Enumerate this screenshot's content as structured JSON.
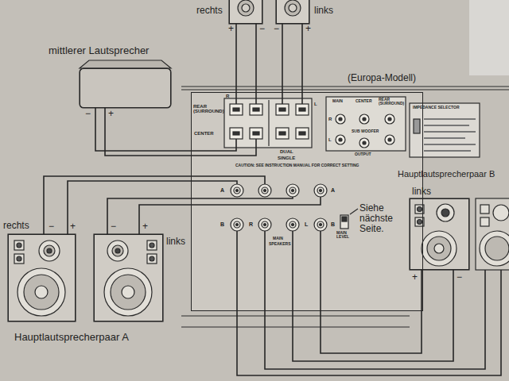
{
  "diagram": {
    "nodes": [
      {
        "text": [
          "rechts"
        ]
      },
      {
        "text": [
          "links"
        ]
      },
      {
        "text": [
          "mittlerer Lautsprecher"
        ]
      },
      {
        "text": [
          "(Europa-Modell)"
        ]
      },
      {
        "text": [
          "rechts"
        ]
      },
      {
        "text": [
          "links"
        ]
      },
      {
        "text": [
          "links"
        ]
      }
    ],
    "edges": [
      {
        "from": 0,
        "to": 3,
        "arrow": "none"
      },
      {
        "from": 0,
        "to": 3,
        "arrow": "none"
      },
      {
        "from": 1,
        "to": 3,
        "arrow": "none"
      },
      {
        "from": 1,
        "to": 3,
        "arrow": "none"
      },
      {
        "from": 2,
        "to": 3,
        "arrow": "none"
      },
      {
        "from": 2,
        "to": 3,
        "arrow": "none"
      },
      {
        "from": 4,
        "to": 3,
        "arrow": "none"
      },
      {
        "from": 4,
        "to": 3,
        "arrow": "none"
      },
      {
        "from": 5,
        "to": 3,
        "arrow": "none"
      },
      {
        "from": 5,
        "to": 3,
        "arrow": "none"
      },
      {
        "from": 6,
        "to": 3,
        "arrow": "none"
      },
      {
        "from": 6,
        "to": 3,
        "arrow": "none"
      }
    ],
    "labels": [
      "+",
      "−",
      "−",
      "+",
      "−",
      "+",
      "R",
      "L",
      "REAR (SURROUND)",
      "CENTER",
      "DUAL",
      "SINGLE",
      "CAUTION: SEE INSTRUCTION MANUAL FOR CORRECT SETTING",
      "MAIN",
      "CENTER",
      "REAR (SURROUND)",
      "R",
      "L",
      "SUB WOOFER",
      "OUTPUT",
      "IMPEDANCE SELECTOR",
      "A",
      "A",
      "R",
      "L",
      "B",
      "B",
      "MAIN",
      "SPEAKERS",
      "MAIN LEVEL",
      "−",
      "+",
      "−",
      "+",
      "Hauptlautsprecherpaar A",
      "Siehe nächste Seite.",
      "Hauptlautsprecherpaar B",
      "+",
      "−"
    ]
  }
}
